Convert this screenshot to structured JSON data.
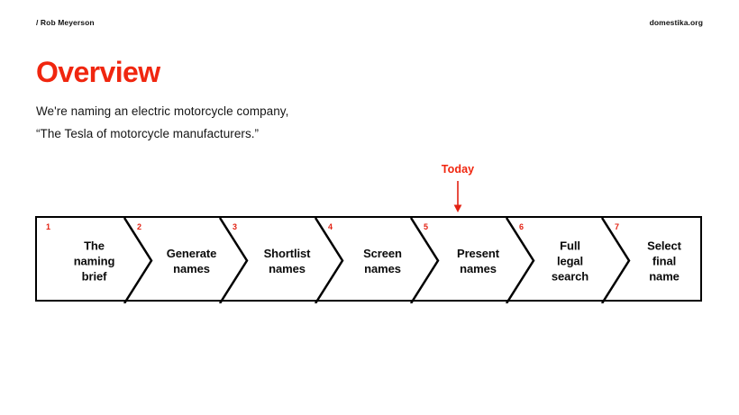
{
  "header": {
    "left": "/ Rob Meyerson",
    "right": "domestika.org"
  },
  "slide": {
    "title": "Overview",
    "body_lines": [
      "We're naming an electric motorcycle company,",
      "“The Tesla of motorcycle manufacturers.”"
    ]
  },
  "today_marker": {
    "label": "Today",
    "icon": "down-arrow-icon",
    "points_to_step": 5
  },
  "colors": {
    "accent_red": "#F0260F",
    "number_red": "#E32213",
    "text_black": "#0b0b0b",
    "outline_black": "#000000",
    "background": "#ffffff"
  },
  "chart_data": {
    "type": "diagram",
    "diagram_kind": "chevron-process-flow",
    "title": "Overview",
    "step_count": 7,
    "steps": [
      {
        "number": "1",
        "label": "The\nnaming\nbrief"
      },
      {
        "number": "2",
        "label": "Generate\nnames"
      },
      {
        "number": "3",
        "label": "Shortlist\nnames"
      },
      {
        "number": "4",
        "label": "Screen\nnames"
      },
      {
        "number": "5",
        "label": "Present\nnames"
      },
      {
        "number": "6",
        "label": "Full\nlegal\nsearch"
      },
      {
        "number": "7",
        "label": "Select\nfinal\nname"
      }
    ],
    "current_step_marker": "Today",
    "current_step_number": "5"
  }
}
